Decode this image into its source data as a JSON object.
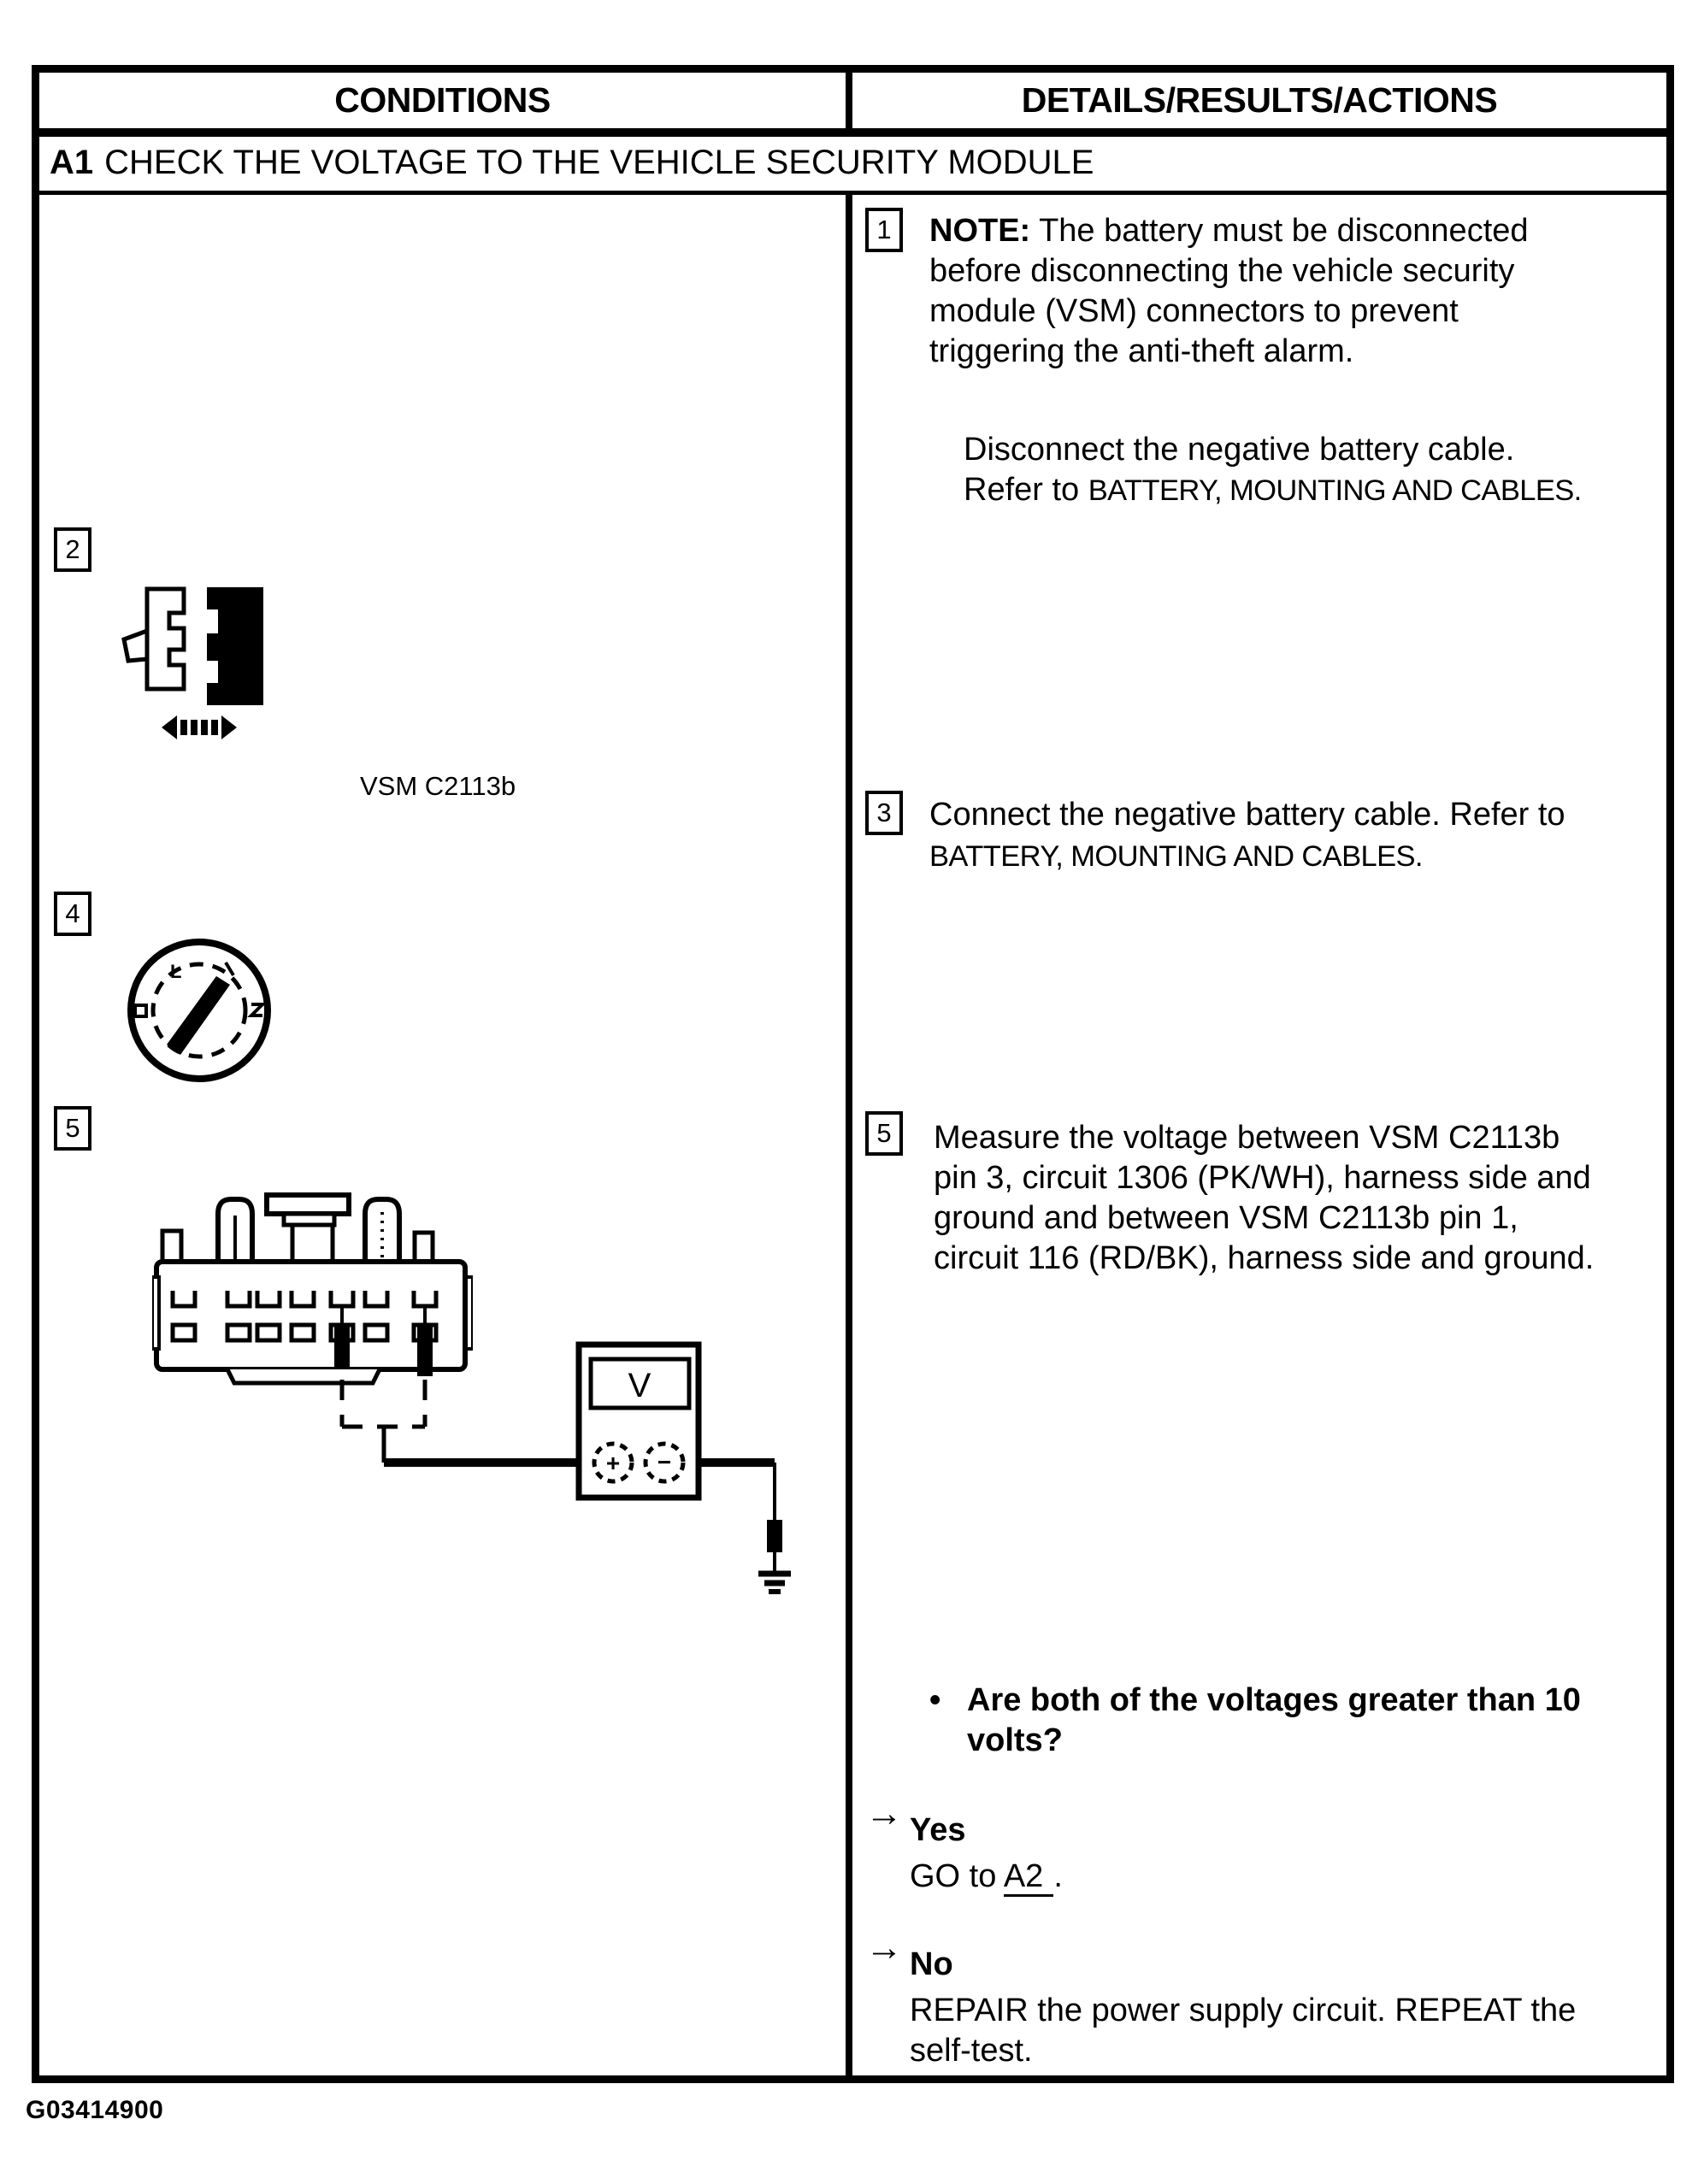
{
  "document": {
    "figure_id": "G03414900",
    "colors": {
      "ink": "#000000",
      "paper": "#ffffff"
    }
  },
  "table": {
    "header": {
      "conditions": "CONDITIONS",
      "details": "DETAILS/RESULTS/ACTIONS"
    },
    "title": {
      "step_id": "A1",
      "text": "CHECK THE VOLTAGE TO THE VEHICLE SECURITY MODULE"
    }
  },
  "conditions_column": {
    "step2": {
      "num": "2",
      "icon": "disconnect-connector-icon",
      "label": "VSM C2113b"
    },
    "step4": {
      "num": "4",
      "icon": "ignition-switch-run-icon",
      "ignition_letter": "L"
    },
    "step5": {
      "num": "5",
      "icon": "connector-face-with-voltmeter-icon",
      "meter_display": "V",
      "meter_positive": "+",
      "meter_negative": "−"
    }
  },
  "details_column": {
    "step1": {
      "num": "1",
      "note_label": "NOTE:",
      "note_lines": [
        " The battery must be disconnected",
        "before disconnecting the vehicle security",
        "module (VSM) connectors to prevent",
        "triggering the anti-theft alarm."
      ],
      "action_line": "Disconnect the negative battery cable.",
      "refer_prefix": "Refer to ",
      "refer_caps": "BATTERY, MOUNTING AND CABLES."
    },
    "step3": {
      "num": "3",
      "line1": "Connect the negative battery cable. Refer to",
      "refer_caps": "BATTERY, MOUNTING AND CABLES."
    },
    "step5": {
      "num": "5",
      "lines": [
        "Measure the voltage between VSM C2113b",
        "pin 3, circuit 1306 (PK/WH), harness side and",
        "ground and between VSM C2113b pin 1,",
        "circuit 116 (RD/BK), harness side and ground."
      ]
    },
    "question": {
      "bullet": "•",
      "lines": [
        "Are both of the voltages greater than 10",
        "volts?"
      ]
    },
    "yes": {
      "arrow": "→",
      "label": "Yes",
      "prefix": "GO to ",
      "link": "A2",
      "suffix": "."
    },
    "no": {
      "arrow": "→",
      "label": "No",
      "lines": [
        "REPAIR the power supply circuit. REPEAT the",
        "self-test."
      ]
    }
  }
}
